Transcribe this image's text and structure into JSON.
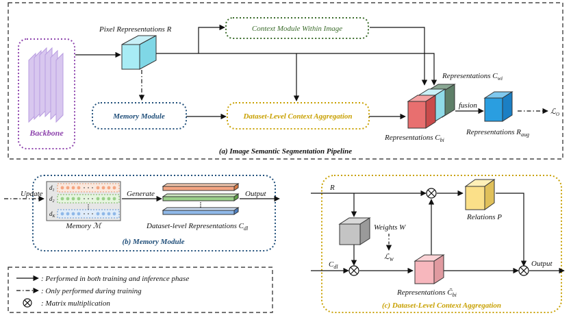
{
  "panel_a": {
    "caption": "(a) Image Semantic Segmentation Pipeline",
    "backbone": "Backbone",
    "pixel_repr": "Pixel Representations R",
    "context_module": "Context Module Within Image",
    "memory_module": "Memory Module",
    "dlca": "Dataset-Level Context Aggregation",
    "repr_cwi": "Representations C",
    "repr_cwi_sub": "wi",
    "repr_cbi": "Representations C",
    "repr_cbi_sub": "bi",
    "fusion": "fusion",
    "repr_raug": "Representations R",
    "repr_raug_sub": "aug",
    "loss_o": "ℒ",
    "loss_o_sub": "O"
  },
  "panel_b": {
    "caption": "(b) Memory Module",
    "update": "Update",
    "generate": "Generate",
    "output": "Output",
    "memory": "Memory ℳ",
    "rows": [
      "d",
      "d",
      "d"
    ],
    "row_subs": [
      "1",
      "2",
      "K"
    ],
    "dataset_repr": "Dataset-level Representations C",
    "dataset_repr_sub": "dl",
    "row_colors": [
      "#f4a582",
      "#9bd08a",
      "#8fb8e8"
    ]
  },
  "panel_c": {
    "caption": "(c) Dataset-Level Context Aggregation",
    "r": "R",
    "cdl": "C",
    "cdl_sub": "dl",
    "weights": "Weights W",
    "loss_w": "ℒ",
    "loss_w_sub": "W",
    "relations": "Relations P",
    "repr_tilde": "Representations C̃",
    "repr_tilde_sub": "bi",
    "output": "Output"
  },
  "legend": {
    "solid": ":  Performed in both training and inference phase",
    "dashdot": ":  Only performed during training",
    "matmul": ":  Matrix multiplication"
  }
}
